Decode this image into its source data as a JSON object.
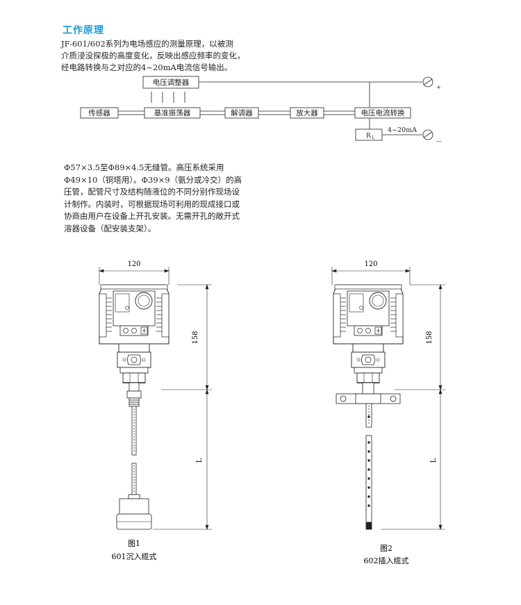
{
  "section": {
    "title": "工作原理",
    "intro_lines": [
      "JF-601/602系列为电场感应的测量原理，以被测",
      "介质浸没探极的高度变化，反映出感应频率的变化，",
      "经电路转换与之对应的4~20mA电流信号输出。"
    ]
  },
  "block_diagram": {
    "voltage_regulator": "电压调整器",
    "sensor": "传感器",
    "oscillator": "基准振荡器",
    "demodulator": "解调器",
    "amplifier": "放大器",
    "converter": "电压电流转换",
    "resistor": "R",
    "resistor_sub": "L",
    "current_label": "4~20mA",
    "plus": "+",
    "minus": "—"
  },
  "description_lines": [
    "Φ57×3.5至Φ89×4.5无缝管。高压系统采用",
    "Φ49×10（铜塔用）。Φ39×9（氨分或冷交）的高",
    "压管，配管尺寸及结构随液位的不同分别作现场设",
    "计制作。内装时，可根据现场可利用的现成接口或",
    "协商由用户在设备上开孔安装。无需开孔的敞开式",
    "溶器设备（配安装支架）。"
  ],
  "figure1": {
    "dim_width": "120",
    "dim_height": "158",
    "dim_length": "L",
    "caption_num": "图1",
    "caption_name": "601沉入缆式"
  },
  "figure2": {
    "dim_width": "120",
    "dim_height": "158",
    "dim_length": "L",
    "caption_num": "图2",
    "caption_name": "602插入缆式"
  }
}
